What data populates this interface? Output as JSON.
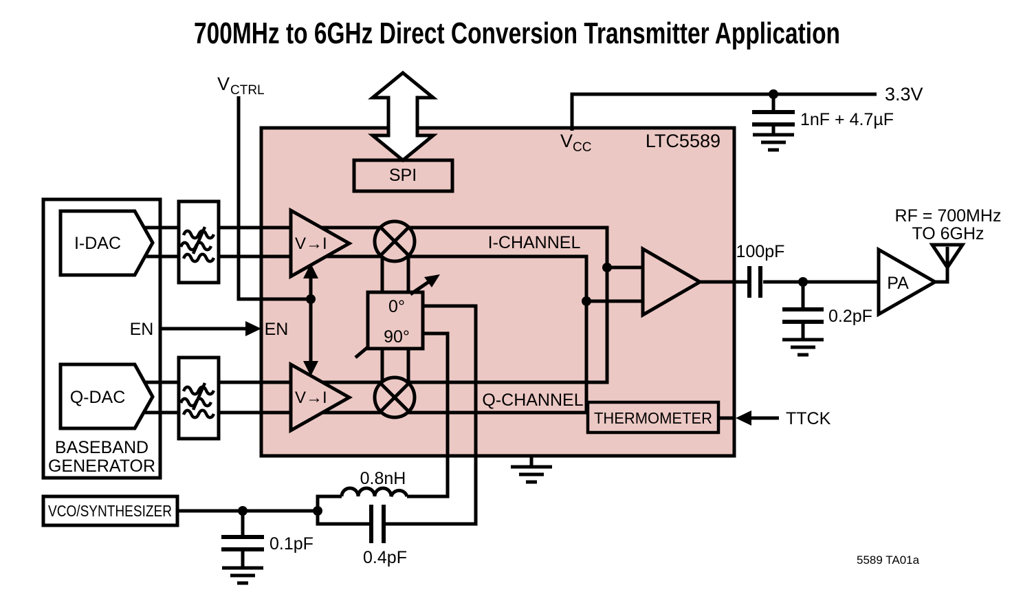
{
  "title": "700MHz to 6GHz Direct Conversion Transmitter Application",
  "colors": {
    "chip_fill": "#ecc8c4",
    "wire": "#000000"
  },
  "chip": {
    "part": "LTC5589",
    "vcc_base": "V",
    "vcc_sub": "CC",
    "spi": "SPI",
    "en": "EN",
    "vtoi": "V→I",
    "phase0": "0°",
    "phase90": "90°",
    "i_channel": "I-CHANNEL",
    "q_channel": "Q-CHANNEL",
    "thermometer": "THERMOMETER"
  },
  "left": {
    "baseband_line1": "BASEBAND",
    "baseband_line2": "GENERATOR",
    "i_dac": "I-DAC",
    "q_dac": "Q-DAC",
    "en": "EN",
    "vctrl_base": "V",
    "vctrl_sub": "CTRL",
    "vco": "VCO/SYNTHESIZER"
  },
  "right": {
    "supply": "3.3V",
    "bypass_cap": "1nF + 4.7µF",
    "coupling_cap": "100pF",
    "shunt_cap": "0.2pF",
    "pa": "PA",
    "rf_line1": "RF = 700MHz",
    "rf_line2": "TO 6GHz",
    "ttck": "TTCK"
  },
  "bottom": {
    "vco_shunt_cap": "0.1pF",
    "lo_inductor": "0.8nH",
    "lo_series_cap": "0.4pF"
  },
  "footer": {
    "figure_id": "5589 TA01a"
  }
}
